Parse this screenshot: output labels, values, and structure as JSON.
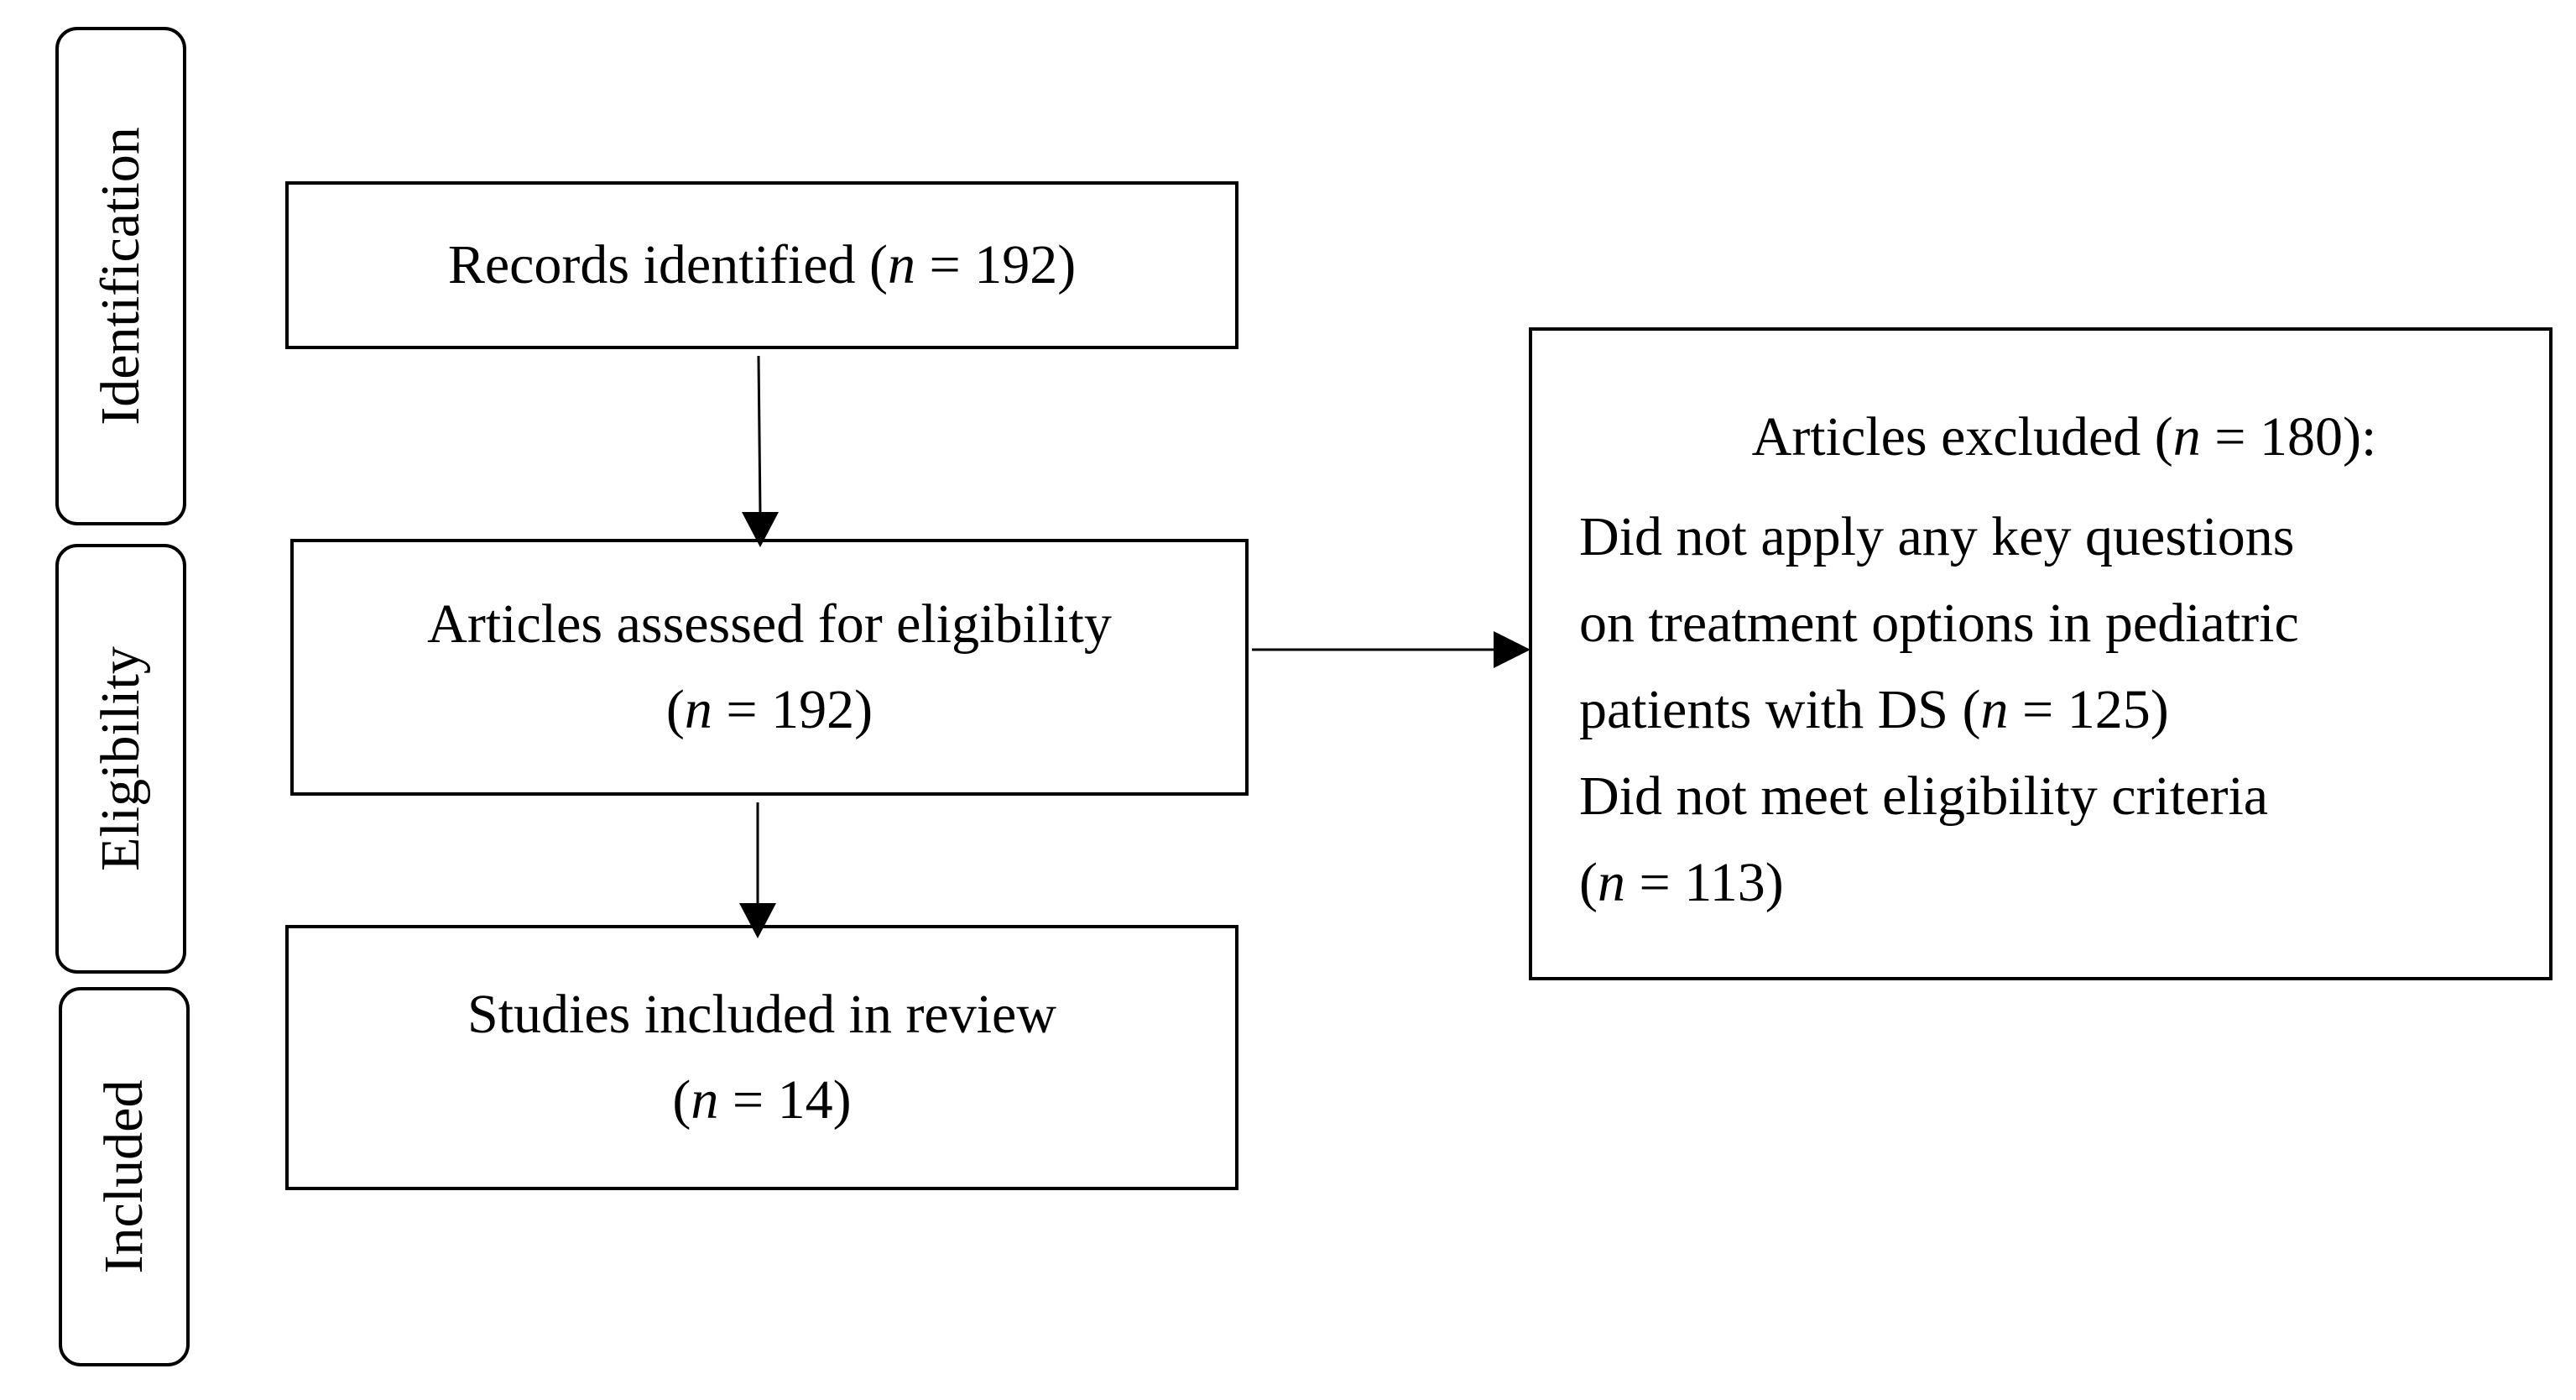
{
  "stages": {
    "identification": "Identification",
    "eligibility": "Eligibility",
    "included": "Included"
  },
  "boxes": {
    "records_identified": {
      "label": "Records identified (",
      "n_symbol": "n",
      "value": " = 192)"
    },
    "assessed": {
      "label": "Articles assessed for eligibility",
      "open": "(",
      "n_symbol": "n",
      "value": " = 192)"
    },
    "included": {
      "label": "Studies included in review",
      "open": "(",
      "n_symbol": "n",
      "value": " = 14)"
    },
    "excluded": {
      "heading_label": "Articles excluded (",
      "heading_n_symbol": "n",
      "heading_value": " = 180):",
      "reason1_line1": "Did not apply any key questions",
      "reason1_line2": "on treatment options in pediatric",
      "reason1_line3_label": "patients with DS (",
      "reason1_n_symbol": "n",
      "reason1_value": " = 125)",
      "reason2_line1": "Did not meet eligibility criteria",
      "reason2_open": "(",
      "reason2_n_symbol": "n",
      "reason2_value": " = 113)"
    }
  },
  "colors": {
    "stroke": "#000000",
    "background": "#ffffff"
  }
}
